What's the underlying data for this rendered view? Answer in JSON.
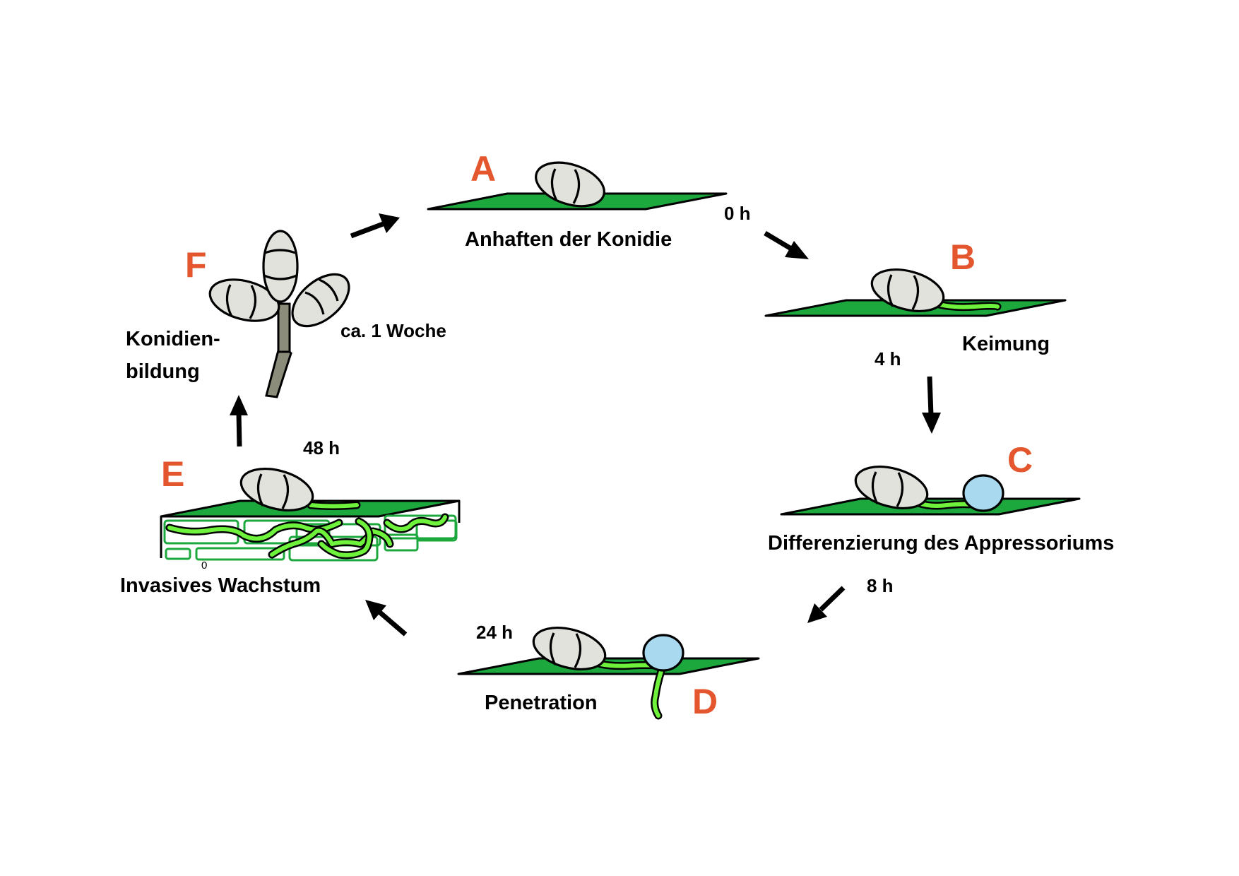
{
  "stages": [
    {
      "letter": "A",
      "label": "Anhaften der Konidie",
      "time": "0 h"
    },
    {
      "letter": "B",
      "label": "Keimung",
      "time": "4 h"
    },
    {
      "letter": "C",
      "label": "Differenzierung des Appressoriums",
      "time": "8 h"
    },
    {
      "letter": "D",
      "label": "Penetration",
      "time": "24 h"
    },
    {
      "letter": "E",
      "label": "Invasives Wachstum",
      "time": "48 h",
      "note": "0"
    },
    {
      "letter": "F",
      "label_line1": "Konidien-",
      "label_line2": "bildung",
      "time": "ca. 1 Woche"
    }
  ],
  "colors": {
    "stage_letter": "#e4572e",
    "leaf": "#1ca83c",
    "hypha": "#6ef23b",
    "conidium": "#e1e2dc",
    "appressorium": "#a8d9ef",
    "conidiophore": "#8c8c7a"
  }
}
